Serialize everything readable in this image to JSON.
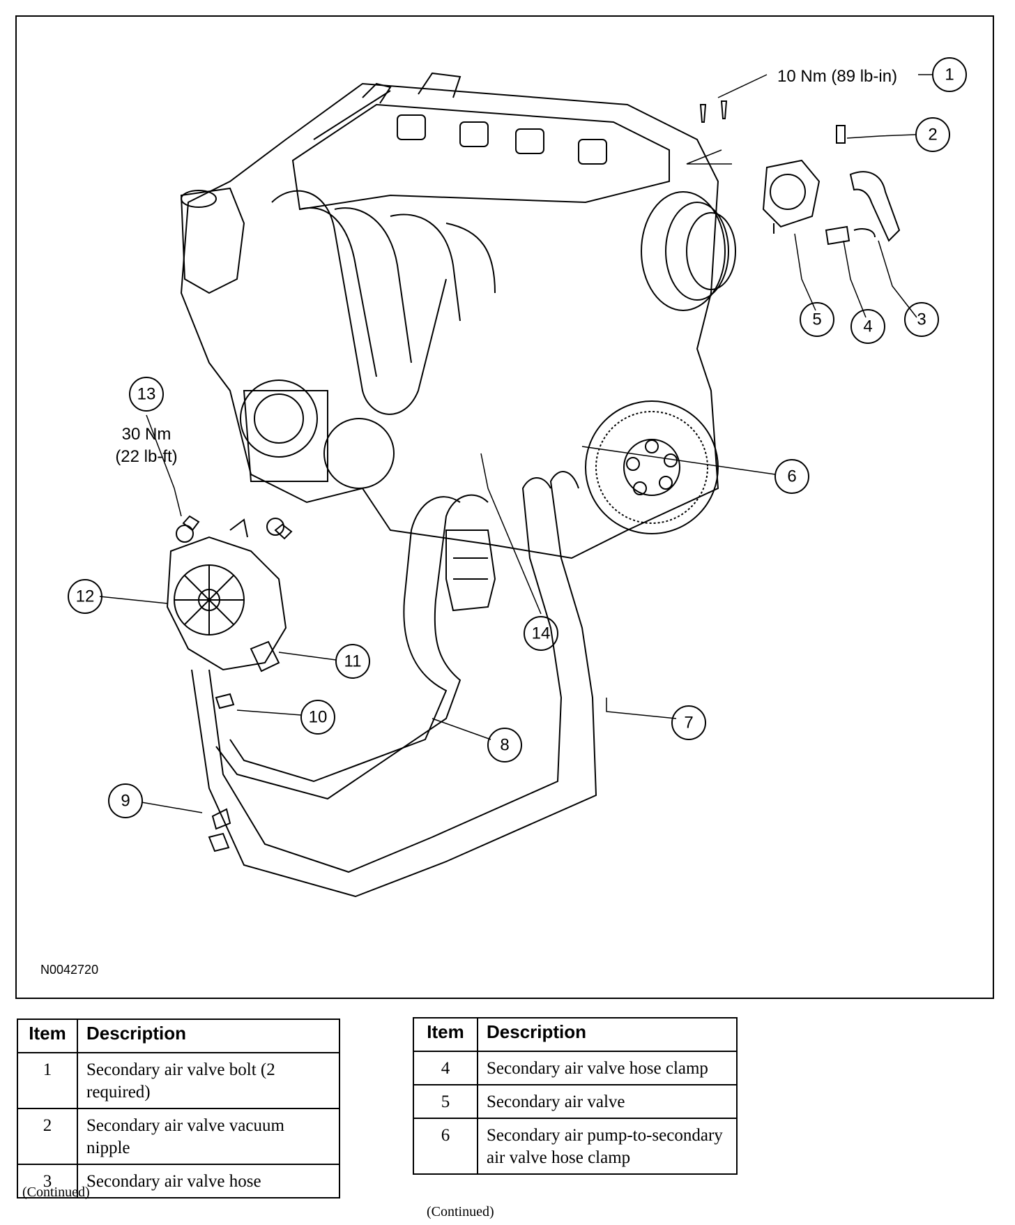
{
  "figure": {
    "id": "N0042720",
    "torque_1": "10 Nm (89 lb-in)",
    "torque_13_nm": "30 Nm",
    "torque_13_lbft": "(22 lb-ft)",
    "callouts": [
      "1",
      "2",
      "3",
      "4",
      "5",
      "6",
      "7",
      "8",
      "9",
      "10",
      "11",
      "12",
      "13",
      "14"
    ]
  },
  "table_left": {
    "header_item": "Item",
    "header_description": "Description",
    "rows": [
      {
        "item": "1",
        "description": "Secondary air valve bolt (2 required)"
      },
      {
        "item": "2",
        "description": "Secondary air valve vacuum nipple"
      },
      {
        "item": "3",
        "description": "Secondary air valve hose"
      }
    ],
    "continued": "(Continued)"
  },
  "table_right": {
    "header_item": "Item",
    "header_description": "Description",
    "rows": [
      {
        "item": "4",
        "description": "Secondary air valve hose clamp"
      },
      {
        "item": "5",
        "description": "Secondary air valve"
      },
      {
        "item": "6",
        "description": "Secondary air pump-to-secondary air valve hose clamp"
      }
    ],
    "continued": "(Continued)"
  }
}
